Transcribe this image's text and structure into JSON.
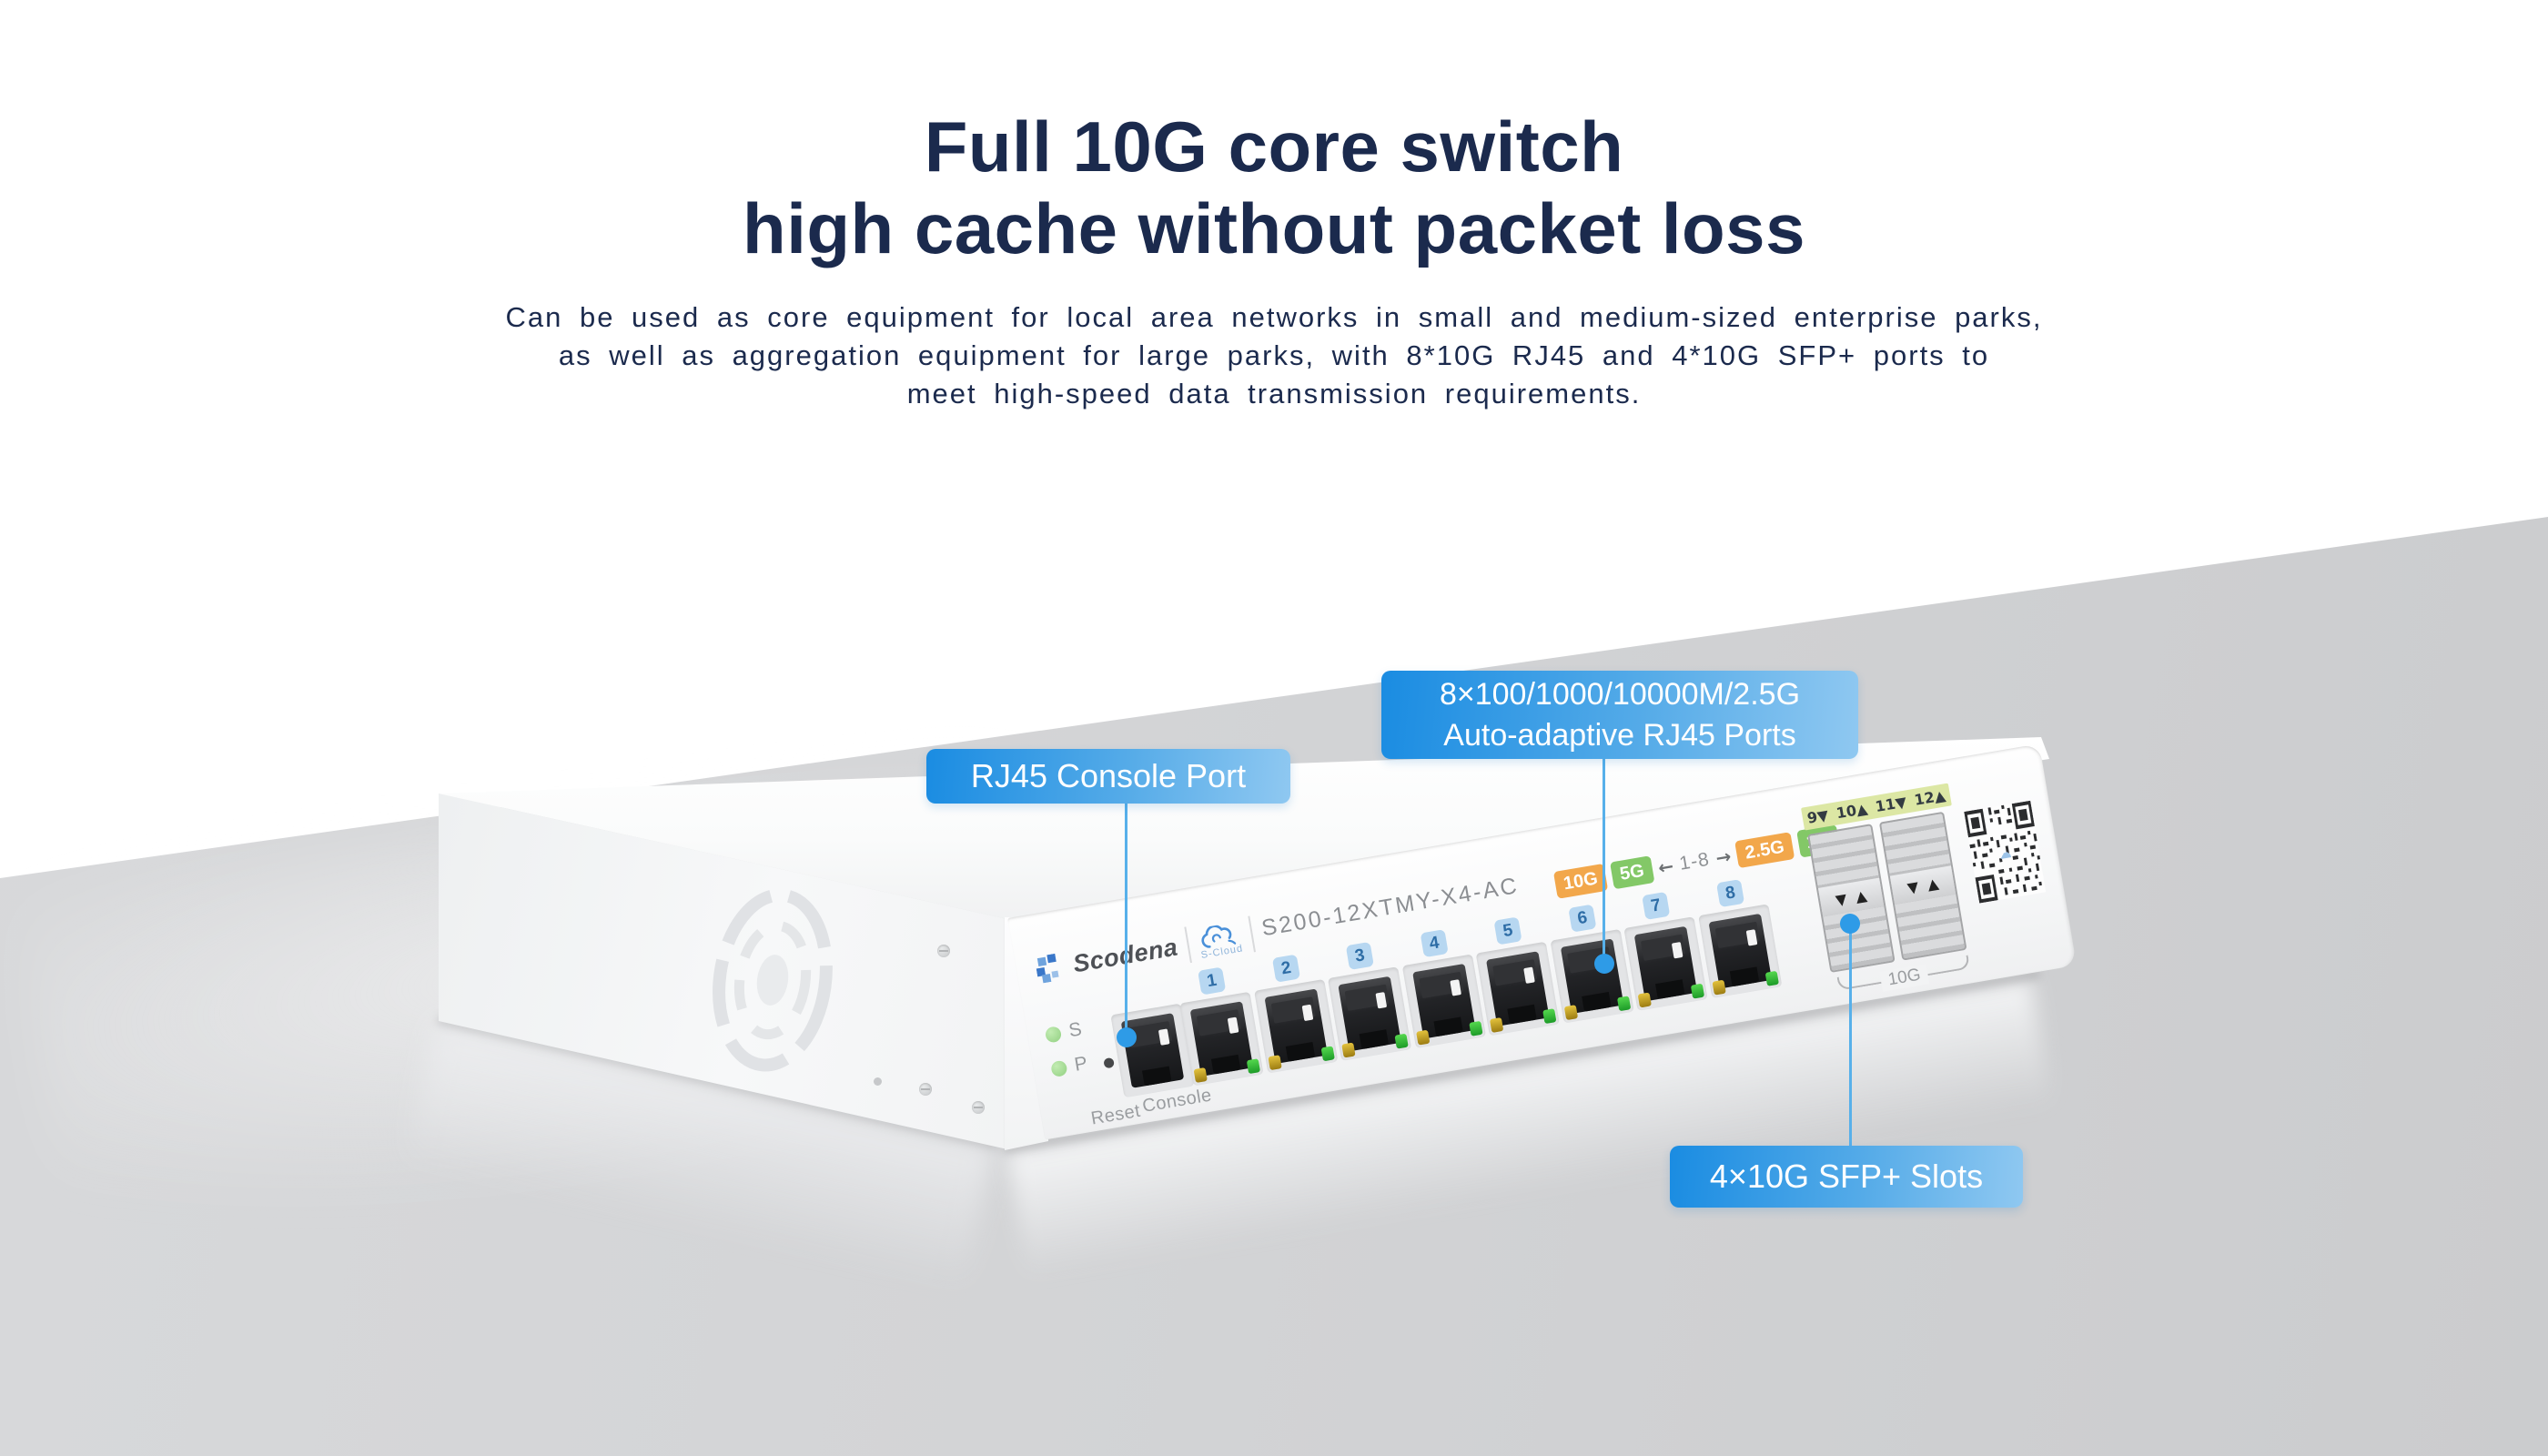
{
  "header": {
    "title_line1": "Full 10G core switch",
    "title_line2": "high cache without packet loss",
    "description_lines": [
      "Can be used as core equipment for local area networks in small and medium-sized enterprise parks,",
      "as well as aggregation equipment for large parks, with 8*10G RJ45 and 4*10G SFP+ ports to",
      "meet high-speed data transmission requirements."
    ]
  },
  "callouts": {
    "console_port": {
      "label": "RJ45 Console Port"
    },
    "rj45_ports": {
      "line1": "8×100/1000/10000M/2.5G",
      "line2": "Auto-adaptive RJ45 Ports"
    },
    "sfp_slots": {
      "label": "4×10G SFP+ Slots"
    }
  },
  "device": {
    "brand": "Scodena",
    "cloud_label": "S-Cloud",
    "model": "S200-12XTMY-X4-AC",
    "led_s_label": "S",
    "led_p_label": "P",
    "reset_label": "Reset",
    "console_label": "Console",
    "port_numbers": [
      "1",
      "2",
      "3",
      "4",
      "5",
      "6",
      "7",
      "8"
    ],
    "speed_badges": {
      "b10g": "10G",
      "b5g": "5G",
      "arrow_left": "←",
      "range": "1-8",
      "arrow_right": "→",
      "b25g": "2.5G",
      "b1g": "1G"
    },
    "sfp_port_labels": [
      "9▼",
      "10▲",
      "11▼",
      "12▲"
    ],
    "sfp_cage_arrows": "▼▲",
    "sfp_group_label": "10G",
    "qr_cloud_glyph": "☁"
  },
  "colors": {
    "title_navy": "#1b2a4d",
    "accent_blue_start": "#1a8ce2",
    "accent_blue_end": "#8fc8f1",
    "callout_line": "#57b0ea",
    "badge_orange": "#f2a74b",
    "badge_green": "#83c867",
    "port_number_badge_bg": "#b7d7f1",
    "sfp_strip_bg": "#dce7a4",
    "floor_gray": "#d4d5d7",
    "led_green": "#a0d890"
  }
}
